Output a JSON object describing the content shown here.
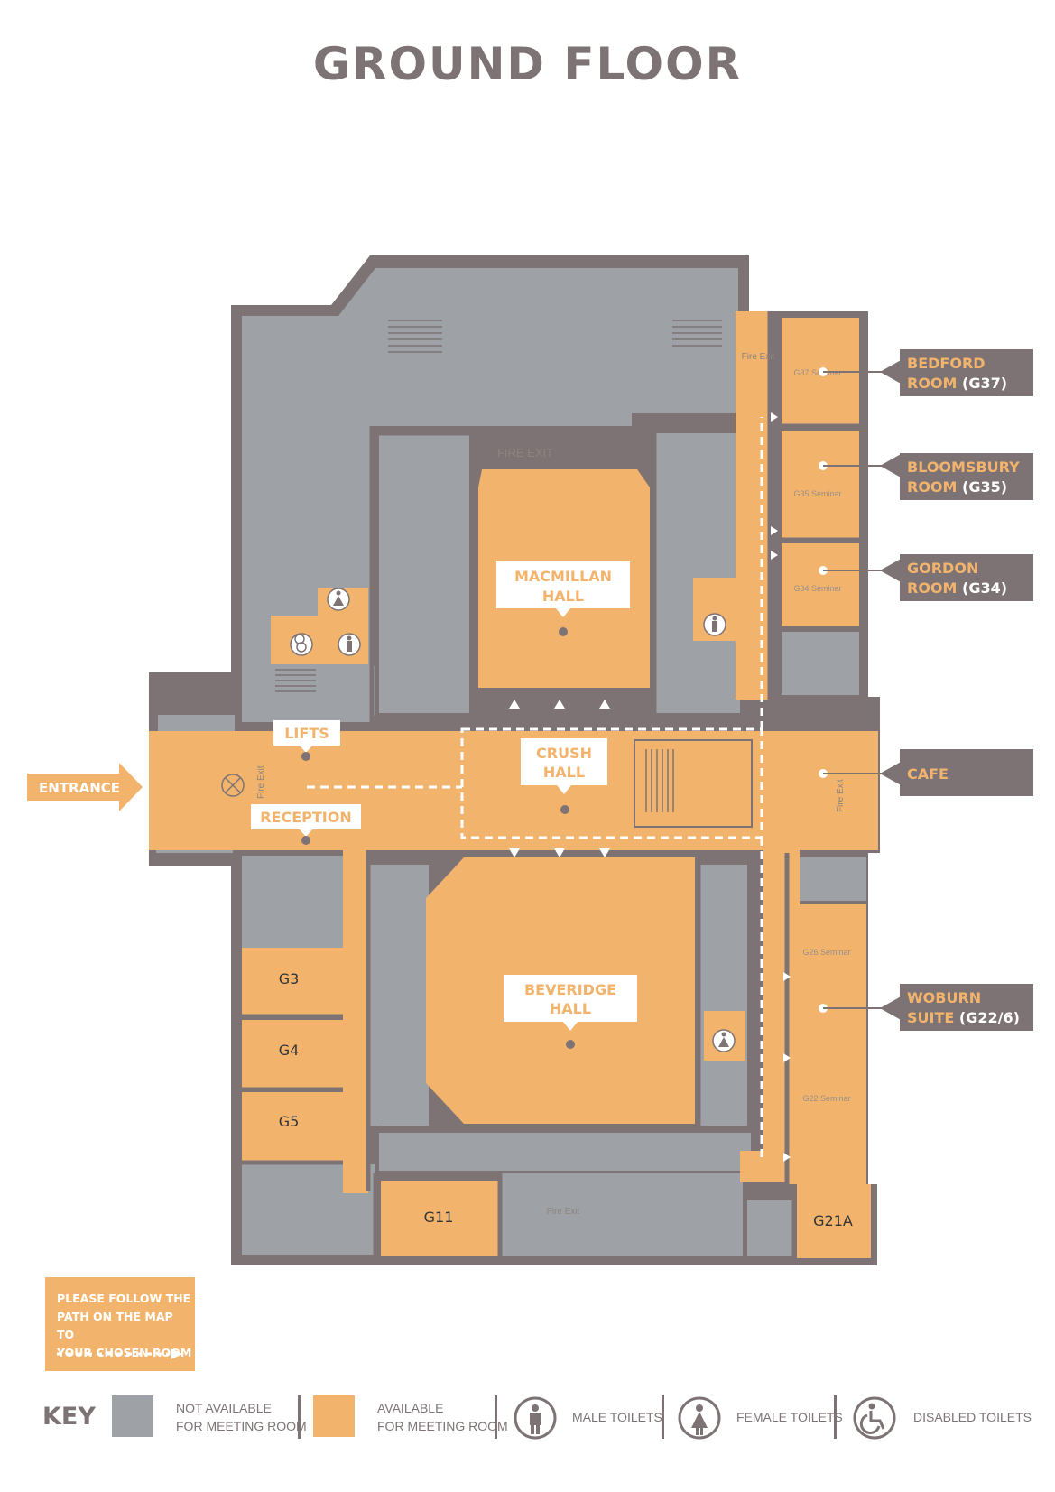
{
  "title": "GROUND FLOOR",
  "colors": {
    "unavailable": "#9ea2a6",
    "available": "#f2b46d",
    "wall": "#7d7374",
    "callout_bg": "#7d7374"
  },
  "entrance": {
    "label": "ENTRANCE"
  },
  "halls": {
    "macmillan": "MACMILLAN\nHALL",
    "crush": "CRUSH\nHALL",
    "beveridge": "BEVERIDGE\nHALL",
    "lifts": "LIFTS",
    "reception": "RECEPTION"
  },
  "callouts": [
    {
      "name": "BEDFORD",
      "line2": "ROOM",
      "code": "(G37)"
    },
    {
      "name": "BLOOMSBURY",
      "line2": "ROOM",
      "code": "(G35)"
    },
    {
      "name": "GORDON",
      "line2": "ROOM",
      "code": "(G34)"
    },
    {
      "name": "CAFE",
      "line2": "",
      "code": ""
    },
    {
      "name": "WOBURN",
      "line2": "SUITE",
      "code": "(G22/6)"
    }
  ],
  "rooms": [
    "G3",
    "G4",
    "G5",
    "G11",
    "G21A"
  ],
  "seminar_rooms": [
    "G37 Seminar",
    "G35 Seminar",
    "G34 Seminar",
    "G26 Seminar",
    "G22 Seminar"
  ],
  "fire_exits": {
    "upper": "FIRE EXIT",
    "small": "Fire Exit"
  },
  "instruction": "PLEASE FOLLOW THE\nPATH ON THE MAP TO\nYOUR CHOSEN ROOM",
  "key": {
    "title": "KEY",
    "items": [
      {
        "label": "NOT AVAILABLE\nFOR MEETING ROOM",
        "icon": "grey-swatch"
      },
      {
        "label": "AVAILABLE\nFOR MEETING ROOM",
        "icon": "orange-swatch"
      },
      {
        "label": "MALE TOILETS",
        "icon": "male-toilet-icon"
      },
      {
        "label": "FEMALE TOILETS",
        "icon": "female-toilet-icon"
      },
      {
        "label": "DISABLED TOILETS",
        "icon": "disabled-toilet-icon"
      }
    ]
  }
}
